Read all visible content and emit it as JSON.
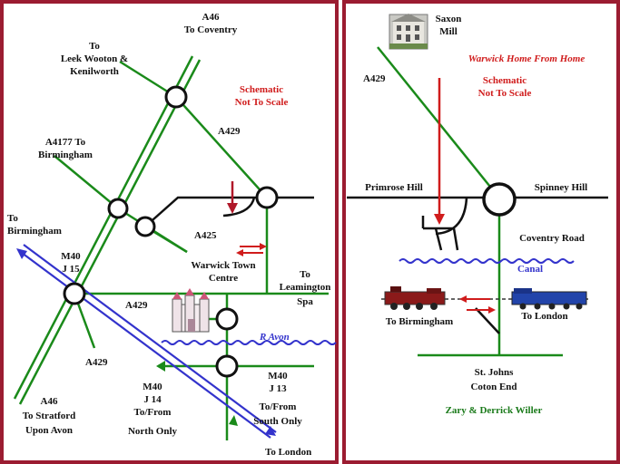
{
  "colors": {
    "frame": "#9b1c31",
    "road": "#1a8a1a",
    "black": "#111111",
    "red": "#d01c1c",
    "blue": "#3333cc",
    "green": "#1a7a1a"
  },
  "left_map": {
    "labels": {
      "a46_north": "A46",
      "to_coventry": "To Coventry",
      "to_leek_1": "To",
      "to_leek_2": "Leek Wooton &",
      "to_leek_3": "Kenilworth",
      "schematic_1": "Schematic",
      "schematic_2": "Not To Scale",
      "a429_north": "A429",
      "a4177_1": "A4177 To",
      "a4177_2": "Birmingham",
      "to_birmingham_1": "To",
      "to_birmingham_2": "Birmingham",
      "a425": "A425",
      "warwick_town_1": "Warwick Town",
      "warwick_town_2": "Centre",
      "to_leamington_1": "To",
      "to_leamington_2": "Leamington",
      "to_leamington_3": "Spa",
      "m40_j15_1": "M40",
      "m40_j15_2": "J 15",
      "a429_mid": "A429",
      "r_avon": "R Avon",
      "a429_south": "A429",
      "m40_j14_1": "M40",
      "m40_j14_2": "J 14",
      "m40_j14_3": "To/From",
      "m40_j14_4": "North Only",
      "m40_j13_1": "M40",
      "m40_j13_2": "J 13",
      "m40_j13_3": "To/From",
      "m40_j13_4": "South Only",
      "a46_south_1": "A46",
      "a46_south_2": "To Stratford",
      "a46_south_3": "Upon Avon",
      "to_london": "To London"
    }
  },
  "right_map": {
    "labels": {
      "saxon_1": "Saxon",
      "saxon_2": "Mill",
      "warwick_home": "Warwick Home From Home",
      "schematic_1": "Schematic",
      "schematic_2": "Not To Scale",
      "a429": "A429",
      "primrose_hill": "Primrose Hill",
      "spinney_hill": "Spinney Hill",
      "coventry_road": "Coventry Road",
      "canal": "Canal",
      "to_birmingham": "To Birmingham",
      "to_london": "To London",
      "st_johns_1": "St. Johns",
      "st_johns_2": "Coton End",
      "credit": "Zary & Derrick Willer"
    }
  }
}
